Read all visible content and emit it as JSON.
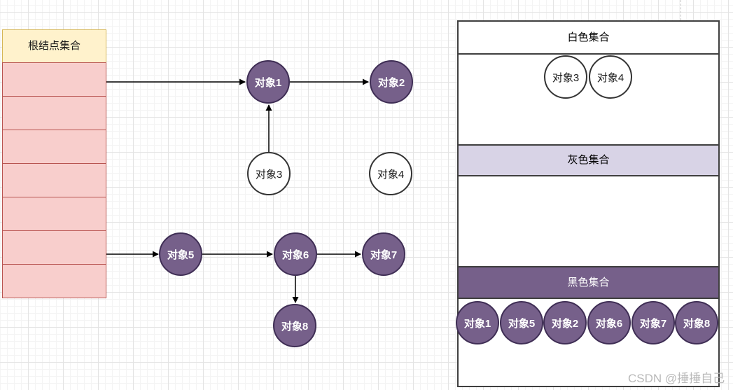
{
  "watermark": "CSDN @捶捶自己",
  "root_table": {
    "title": "根结点集合",
    "row_count": 7
  },
  "graph": {
    "nodes": [
      {
        "id": "1",
        "label": "对象1",
        "fill": "purple"
      },
      {
        "id": "2",
        "label": "对象2",
        "fill": "purple"
      },
      {
        "id": "3",
        "label": "对象3",
        "fill": "white"
      },
      {
        "id": "4",
        "label": "对象4",
        "fill": "white"
      },
      {
        "id": "5",
        "label": "对象5",
        "fill": "purple"
      },
      {
        "id": "6",
        "label": "对象6",
        "fill": "purple"
      },
      {
        "id": "7",
        "label": "对象7",
        "fill": "purple"
      },
      {
        "id": "8",
        "label": "对象8",
        "fill": "purple"
      }
    ],
    "edges": [
      {
        "from": "根结点集合",
        "to": "对象1"
      },
      {
        "from": "对象1",
        "to": "对象2"
      },
      {
        "from": "对象3",
        "to": "对象1"
      },
      {
        "from": "根结点集合",
        "to": "对象5"
      },
      {
        "from": "对象5",
        "to": "对象6"
      },
      {
        "from": "对象6",
        "to": "对象7"
      },
      {
        "from": "对象6",
        "to": "对象8"
      }
    ]
  },
  "panel": {
    "white_set": {
      "title": "白色集合",
      "members": [
        "对象3",
        "对象4"
      ]
    },
    "gray_set": {
      "title": "灰色集合",
      "members": []
    },
    "black_set": {
      "title": "黑色集合",
      "members": [
        "对象1",
        "对象5",
        "对象2",
        "对象6",
        "对象7",
        "对象8"
      ]
    }
  },
  "colors": {
    "node_purple_fill": "#76608a",
    "node_purple_stroke": "#3f2e55",
    "white_node_stroke": "#333333",
    "root_header_bg": "#fff2cc",
    "root_header_border": "#d6b656",
    "root_row_bg": "#f8cecc",
    "root_row_border": "#b85450",
    "gray_band_bg": "#d8d3e6",
    "black_band_bg": "#76608a",
    "panel_border": "#3f3f3f",
    "edge_color": "#000000",
    "watermark_color": "#b9b9b9"
  }
}
